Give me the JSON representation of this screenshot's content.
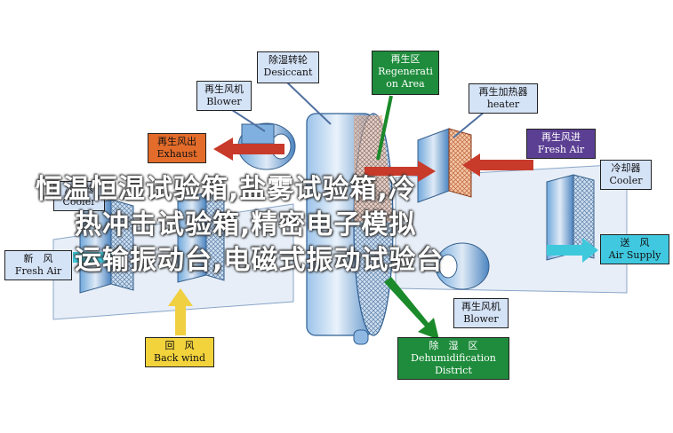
{
  "labels": {
    "desiccant": {
      "cn": "除湿转轮",
      "en": "Desiccant"
    },
    "regen_area": {
      "cn": "再生区",
      "en1": "Regenerati",
      "en2": "on Area"
    },
    "regen_blower": {
      "cn": "再生风机",
      "en": "Blower"
    },
    "regen_heater": {
      "cn": "再生加热器",
      "en": "heater"
    },
    "regen_exhaust": {
      "cn": "再生风出",
      "en": "Exhaust"
    },
    "regen_fresh": {
      "cn": "再生风进",
      "en": "Fresh Air"
    },
    "cooler_left": {
      "cn": "冷却器",
      "en": "Cooler"
    },
    "cooler_right": {
      "cn": "冷却器",
      "en": "Cooler"
    },
    "fresh_air": {
      "cn": "新　风",
      "en": "Fresh Air"
    },
    "air_supply": {
      "cn": "送　风",
      "en": "Air Supply"
    },
    "blower_bottom": {
      "cn": "再生风机",
      "en": "Blower"
    },
    "back_wind": {
      "cn": "回　风",
      "en": "Back wind"
    },
    "dehum_district": {
      "cn": "除　湿　区",
      "en1": "Dehumidification",
      "en2": "District"
    }
  },
  "overlay": {
    "line1": "恒温恒湿试验箱,盐雾试验箱,冷",
    "line2": "热冲击试验箱,精密电子模拟",
    "line3": "运输振动台,电磁式振动试验台"
  },
  "colors": {
    "label_blue": "#d5e3f7",
    "label_orange": "#e46c2a",
    "label_purple": "#5b3f93",
    "label_green": "#1e8c3c",
    "label_cyan": "#40c8e0",
    "label_yellow": "#f2d33c",
    "label_red": "#cc2020",
    "arrow_red": "#c83a2a",
    "arrow_cyan": "#3ec8dc",
    "arrow_yellow": "#f0d040",
    "arrow_green": "#1a8a2a",
    "unit_blue": "#3a78b8"
  }
}
